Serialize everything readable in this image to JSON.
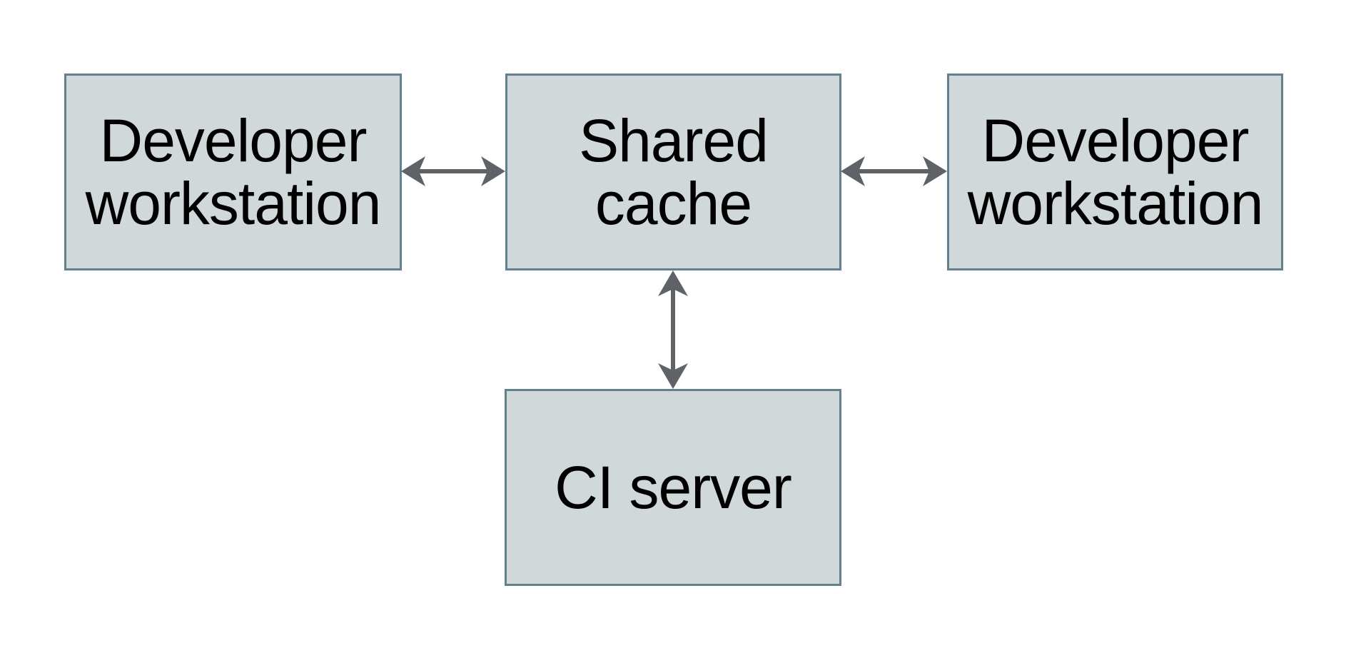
{
  "diagram": {
    "title": "",
    "nodes": {
      "workstation_left": {
        "label": "Developer workstation"
      },
      "shared_cache": {
        "label": "Shared cache"
      },
      "workstation_right": {
        "label": "Developer workstation"
      },
      "ci_server": {
        "label": "CI server"
      }
    },
    "edges": [
      {
        "from": "workstation_left",
        "to": "shared_cache",
        "direction": "bidirectional"
      },
      {
        "from": "shared_cache",
        "to": "workstation_right",
        "direction": "bidirectional"
      },
      {
        "from": "shared_cache",
        "to": "ci_server",
        "direction": "bidirectional"
      }
    ]
  },
  "colors": {
    "background": "#ffffff",
    "node-fill": "#d0d8da",
    "node-border": "#62808d",
    "arrow": "#5f6368",
    "text": "#000000"
  }
}
